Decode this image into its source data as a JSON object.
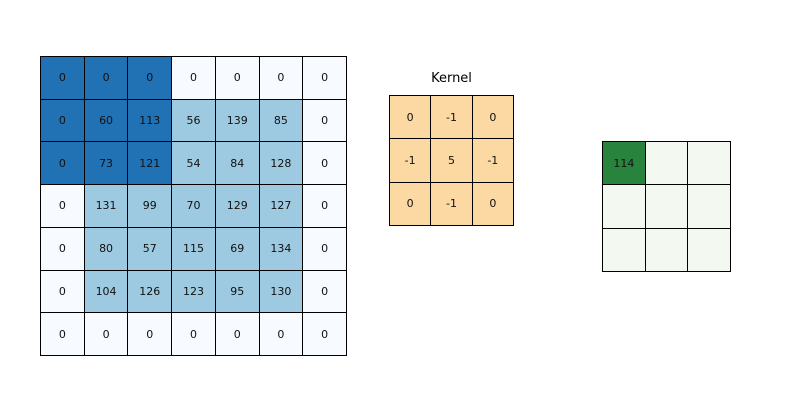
{
  "figure": {
    "background": "#ffffff",
    "border_color": "#000000",
    "text_color": "#111111"
  },
  "input_grid": {
    "rows": 7,
    "cols": 7,
    "cells": [
      [
        0,
        0,
        0,
        0,
        0,
        0,
        0
      ],
      [
        0,
        60,
        113,
        56,
        139,
        85,
        0
      ],
      [
        0,
        73,
        121,
        54,
        84,
        128,
        0
      ],
      [
        0,
        131,
        99,
        70,
        129,
        127,
        0
      ],
      [
        0,
        80,
        57,
        115,
        69,
        134,
        0
      ],
      [
        0,
        104,
        126,
        123,
        95,
        130,
        0
      ],
      [
        0,
        0,
        0,
        0,
        0,
        0,
        0
      ]
    ],
    "highlight_window": {
      "row_start": 0,
      "row_end": 2,
      "col_start": 0,
      "col_end": 2
    },
    "colors": {
      "highlight": "#2171b5",
      "nonzero": "#9ecae1",
      "zero": "#f7fbff"
    }
  },
  "kernel": {
    "title": "Kernel",
    "rows": 3,
    "cols": 3,
    "cells": [
      [
        0,
        -1,
        0
      ],
      [
        -1,
        5,
        -1
      ],
      [
        0,
        -1,
        0
      ]
    ],
    "color": "#fcd8a2"
  },
  "output_grid": {
    "rows": 3,
    "cols": 3,
    "cells": [
      [
        "114",
        "",
        ""
      ],
      [
        "",
        "",
        ""
      ],
      [
        "",
        "",
        ""
      ]
    ],
    "highlight_cell": {
      "row": 0,
      "col": 0
    },
    "colors": {
      "highlight": "#28843c",
      "empty": "#f3f8f0"
    }
  }
}
